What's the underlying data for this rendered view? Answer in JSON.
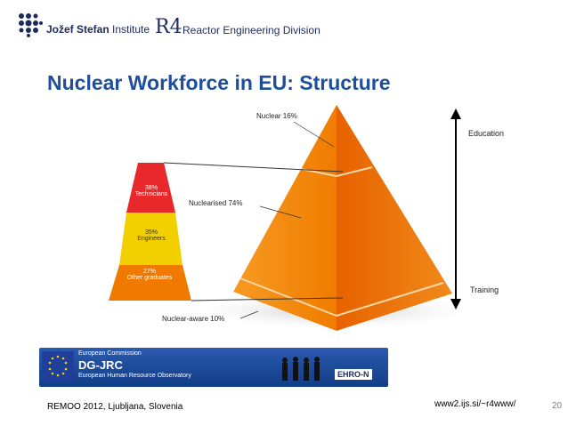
{
  "header": {
    "institute_bold": "Jožef Stefan",
    "institute_rest": " Institute",
    "division_logo": "R4",
    "division_name": "Reactor Engineering Division"
  },
  "slide": {
    "title": "Nuclear Workforce in EU: Structure",
    "diagram": {
      "pyramid_labels": {
        "nuclear": "Nuclear 16%",
        "nuclearised": "Nuclearised 74%",
        "nuclear_aware": "Nuclear-aware 10%"
      },
      "breakdown": [
        {
          "pct": "38%",
          "name": "Technicians",
          "color": "#e8282b"
        },
        {
          "pct": "35%",
          "name": "Engineers",
          "color": "#f2d000"
        },
        {
          "pct": "27%",
          "name": "Other graduates",
          "color": "#f07a00"
        }
      ],
      "axis": {
        "top": "Education",
        "bottom": "Training"
      }
    },
    "banner": {
      "line1": "European Commission",
      "line2": "DG-JRC",
      "line3": "European Human Resource Observatory",
      "brand": "EHRO-N"
    },
    "footer": {
      "event": "REMOO 2012, Ljubljana, Slovenia",
      "url": "www2.ijs.si/~r4www/",
      "page": "20"
    }
  }
}
